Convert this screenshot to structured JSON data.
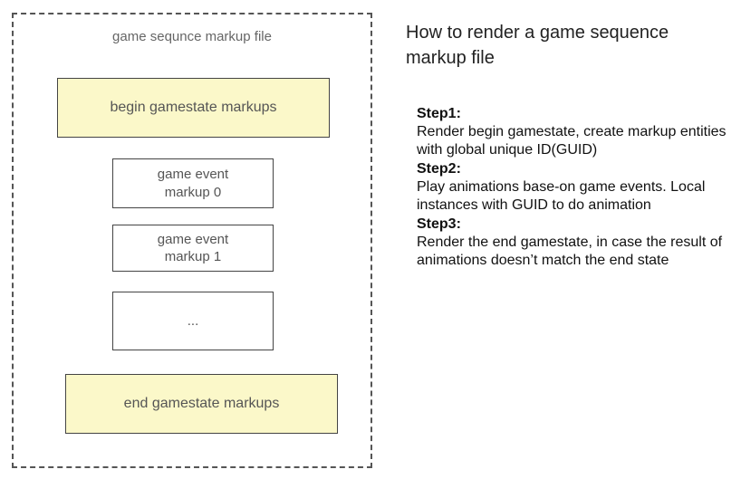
{
  "diagram": {
    "file_title": "game sequnce markup file",
    "boxes": [
      {
        "label": "begin gamestate markups"
      },
      {
        "label": "game event\nmarkup 0"
      },
      {
        "label": "game event\nmarkup 1"
      },
      {
        "label": "..."
      },
      {
        "label": "end gamestate markups"
      }
    ]
  },
  "explanation": {
    "title": "How to render a game sequence markup file",
    "steps": [
      {
        "heading": "Step1:",
        "text": "Render begin gamestate, create markup entities with global unique ID(GUID)"
      },
      {
        "heading": "Step2:",
        "text": "Play animations base-on game events. Local instances with GUID to do animation"
      },
      {
        "heading": "Step3:",
        "text": "Render the end gamestate, in case the result of animations doesn’t match the end state"
      }
    ]
  },
  "colors": {
    "yellow_box": "#fbf8c9",
    "border": "#444444"
  }
}
